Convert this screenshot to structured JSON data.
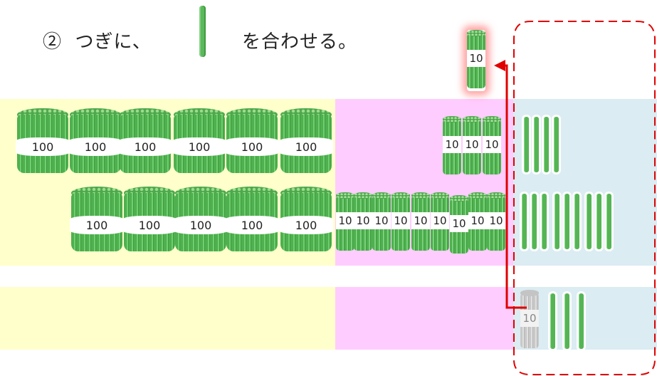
{
  "instruction": {
    "number": "②",
    "text_before": "つぎに、",
    "text_after": "を合わせる。",
    "icon": "single-stick-icon"
  },
  "bundles": {
    "hundred_label": "100",
    "ten_label": "10",
    "carried_ten_label": "10",
    "new_ten_label": "10"
  },
  "colors": {
    "hundreds_zone": "#ffffcc",
    "tens_zone": "#ffccff",
    "ones_zone": "#dbecf2",
    "stick_green": "#55b555",
    "arrow_red": "#e00000",
    "dashed_frame": "#e00000"
  },
  "rows": {
    "row1": {
      "hundreds": 6,
      "tens": 3,
      "ones": 4
    },
    "row2": {
      "hundreds": 5,
      "tens": 9,
      "ones": 9
    },
    "result_ones_remaining": 3
  }
}
